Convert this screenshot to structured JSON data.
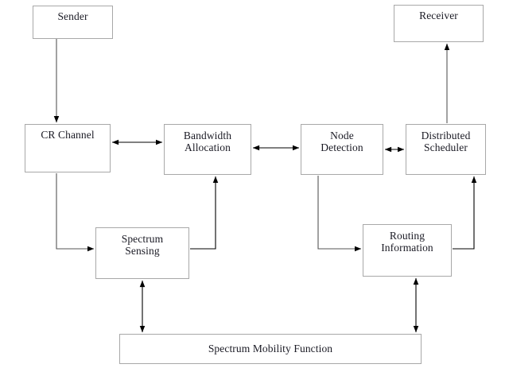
{
  "diagram": {
    "title": "Spectrum Mobility Function block diagram",
    "colors": {
      "box_border": "#a8a8a8",
      "box_fill": "#ffffff",
      "edge_line": "#555555",
      "arrow_head": "#000000",
      "text": "#1a1a24",
      "page_background": "#ffffff"
    },
    "nodes": [
      {
        "id": "sender",
        "label": "Sender"
      },
      {
        "id": "receiver",
        "label": "Receiver"
      },
      {
        "id": "cr_channel",
        "label": "CR Channel"
      },
      {
        "id": "bandwidth",
        "label": "Bandwidth\nAllocation"
      },
      {
        "id": "node_detection",
        "label": "Node\nDetection"
      },
      {
        "id": "distributed",
        "label": "Distributed\nScheduler"
      },
      {
        "id": "spectrum_sensing",
        "label": "Spectrum\nSensing"
      },
      {
        "id": "routing_info",
        "label": "Routing\nInformation"
      },
      {
        "id": "mobility",
        "label": "Spectrum Mobility Function"
      }
    ],
    "edges": [
      {
        "id": "sender-to-cr-channel",
        "from": "sender",
        "to": "cr_channel",
        "direction": "one-way"
      },
      {
        "id": "cr-channel-to-bandwidth",
        "from": "cr_channel",
        "to": "bandwidth",
        "direction": "two-way"
      },
      {
        "id": "bandwidth-to-node-detection",
        "from": "bandwidth",
        "to": "node_detection",
        "direction": "two-way"
      },
      {
        "id": "node-detection-to-distributed",
        "from": "node_detection",
        "to": "distributed",
        "direction": "two-way"
      },
      {
        "id": "distributed-to-receiver",
        "from": "distributed",
        "to": "receiver",
        "direction": "one-way"
      },
      {
        "id": "cr-channel-to-spectrum-sensing",
        "from": "cr_channel",
        "to": "spectrum_sensing",
        "direction": "one-way"
      },
      {
        "id": "spectrum-sensing-to-bandwidth",
        "from": "spectrum_sensing",
        "to": "bandwidth",
        "direction": "one-way"
      },
      {
        "id": "node-detection-to-routing-info",
        "from": "node_detection",
        "to": "routing_info",
        "direction": "one-way"
      },
      {
        "id": "routing-info-to-distributed",
        "from": "routing_info",
        "to": "distributed",
        "direction": "one-way"
      },
      {
        "id": "spectrum-sensing-to-mobility",
        "from": "spectrum_sensing",
        "to": "mobility",
        "direction": "two-way"
      },
      {
        "id": "routing-info-to-mobility",
        "from": "routing_info",
        "to": "mobility",
        "direction": "two-way"
      }
    ]
  }
}
